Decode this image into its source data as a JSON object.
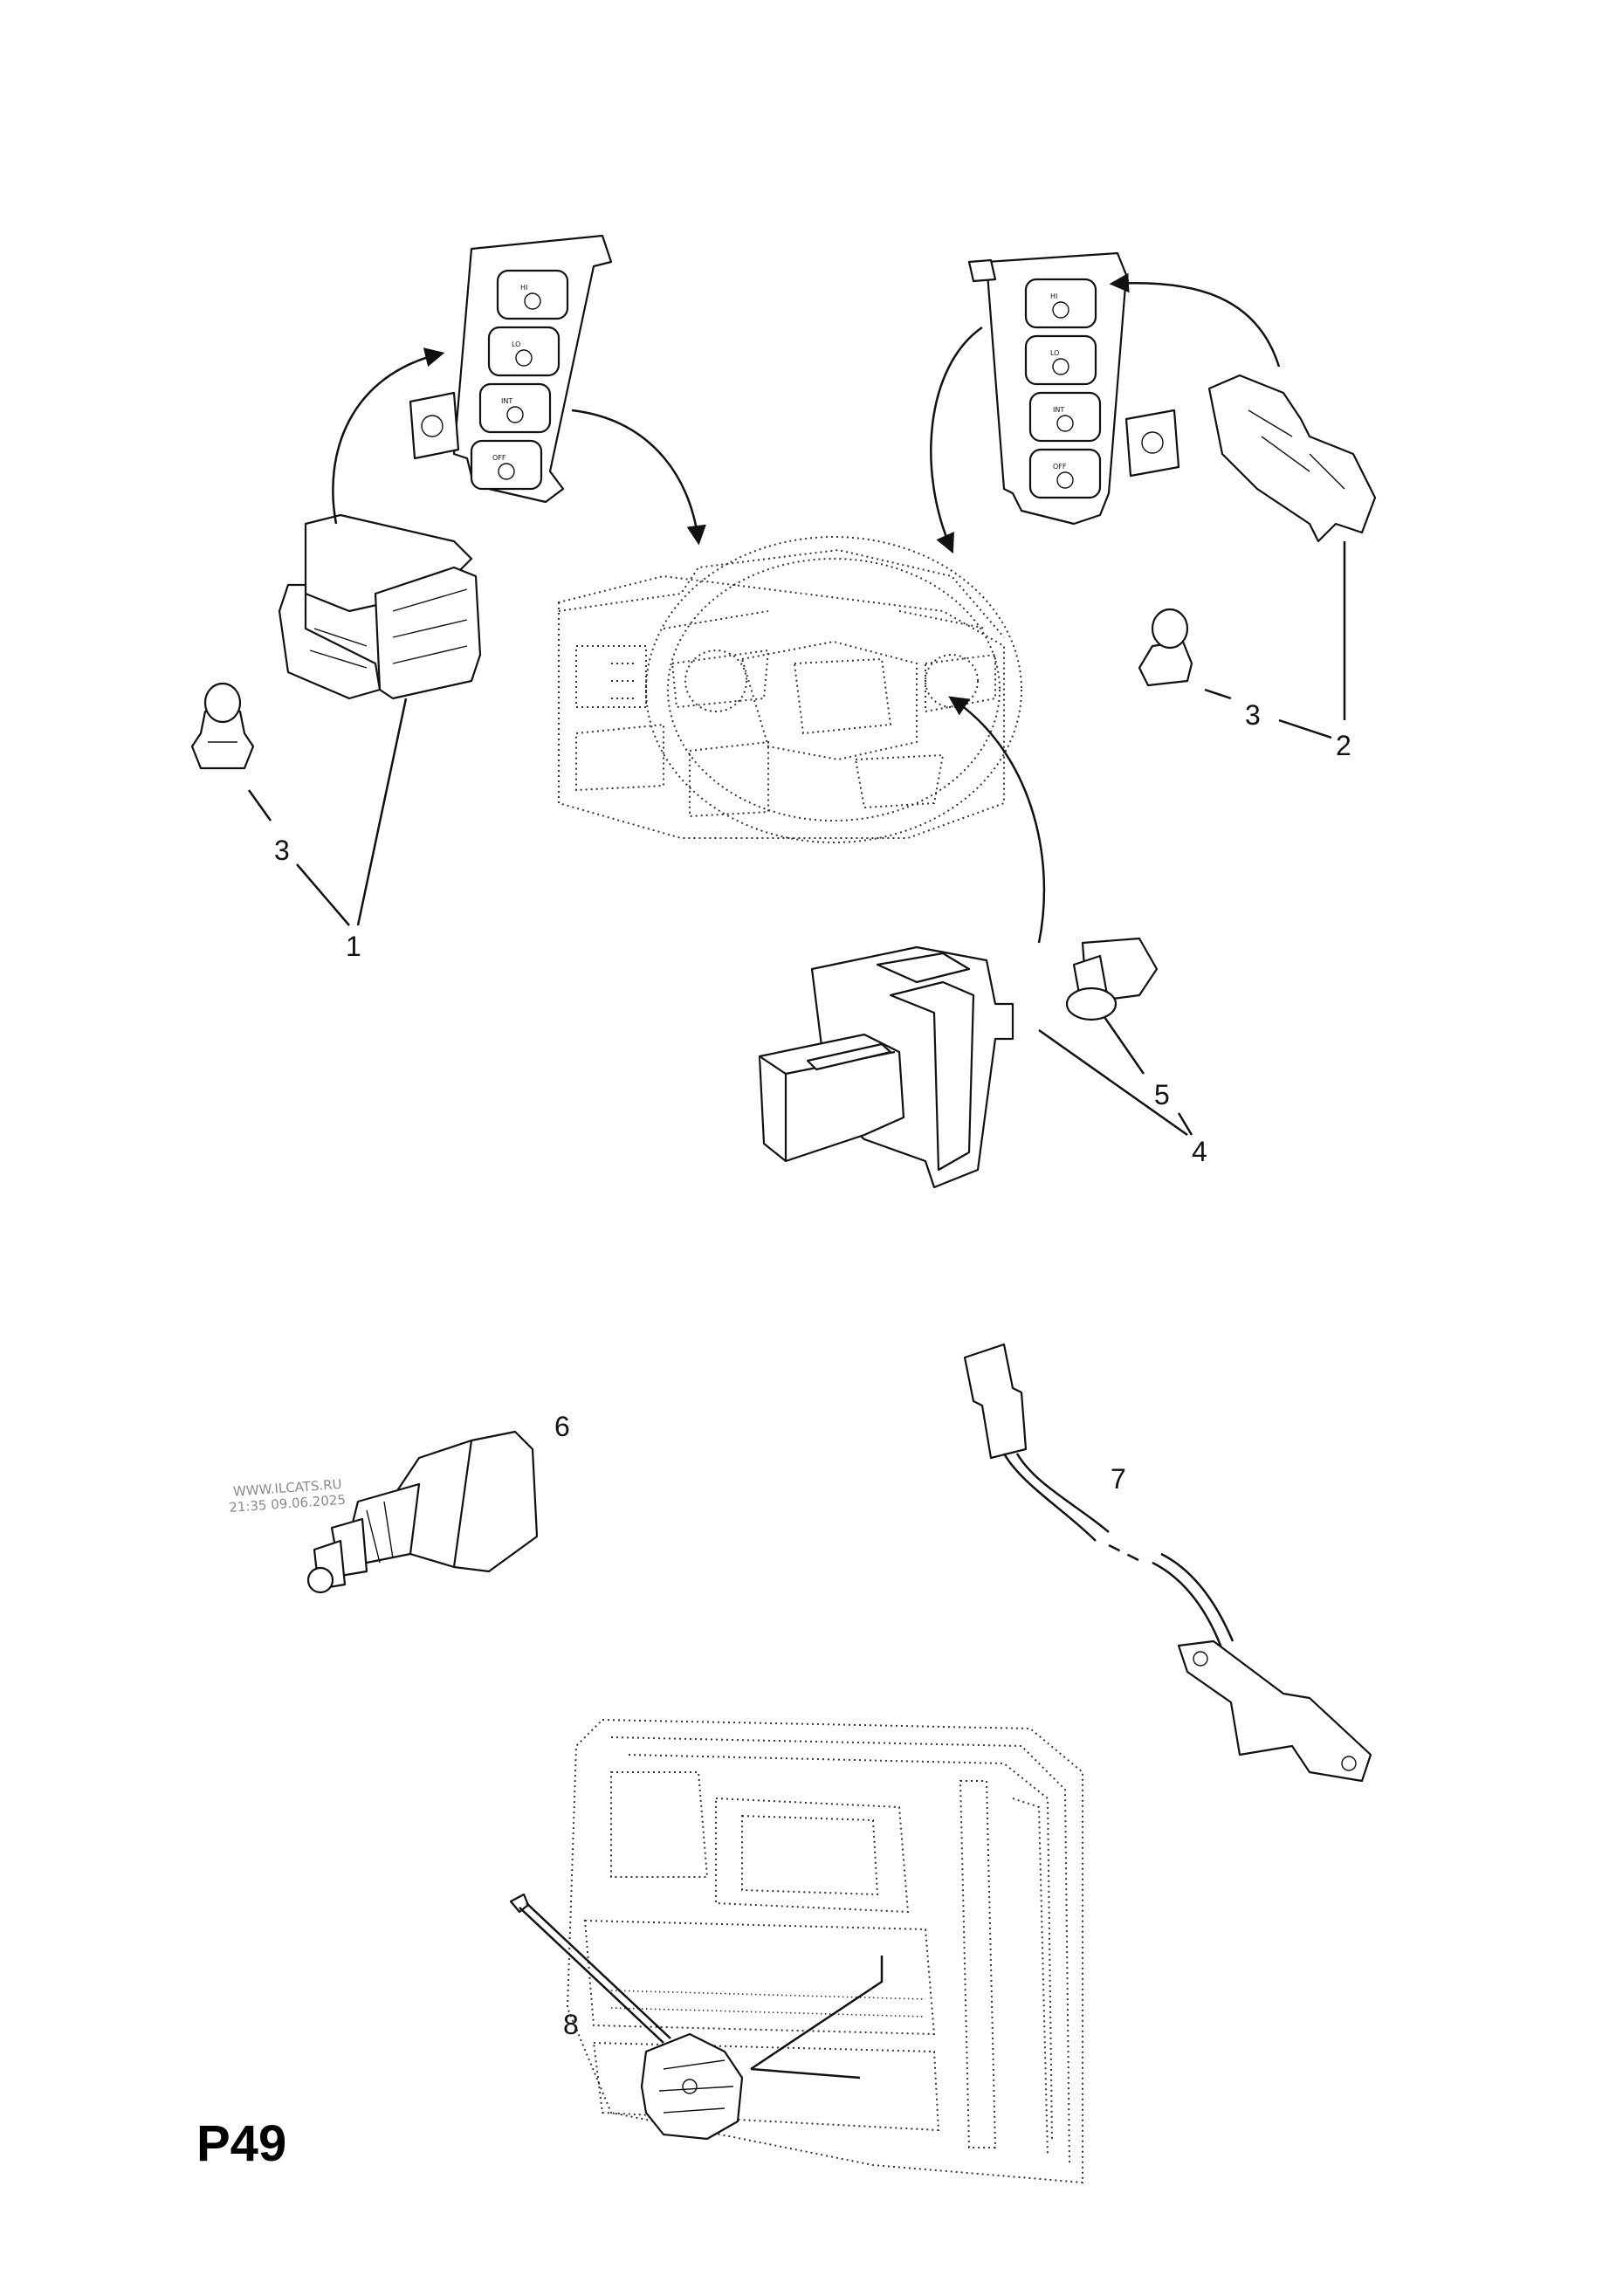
{
  "page": {
    "code": "P49"
  },
  "watermark": {
    "line1": "WWW.ILCATS.RU",
    "line2": "21:35 09.06.2025"
  },
  "callouts": [
    "1",
    "2",
    "3",
    "3",
    "4",
    "5",
    "6",
    "7",
    "8"
  ],
  "switch_labels": [
    "HI",
    "LO",
    "INT",
    "OFF"
  ],
  "colors": {
    "ink": "#111111",
    "paper": "#ffffff",
    "watermark": "#8a8a8a"
  }
}
